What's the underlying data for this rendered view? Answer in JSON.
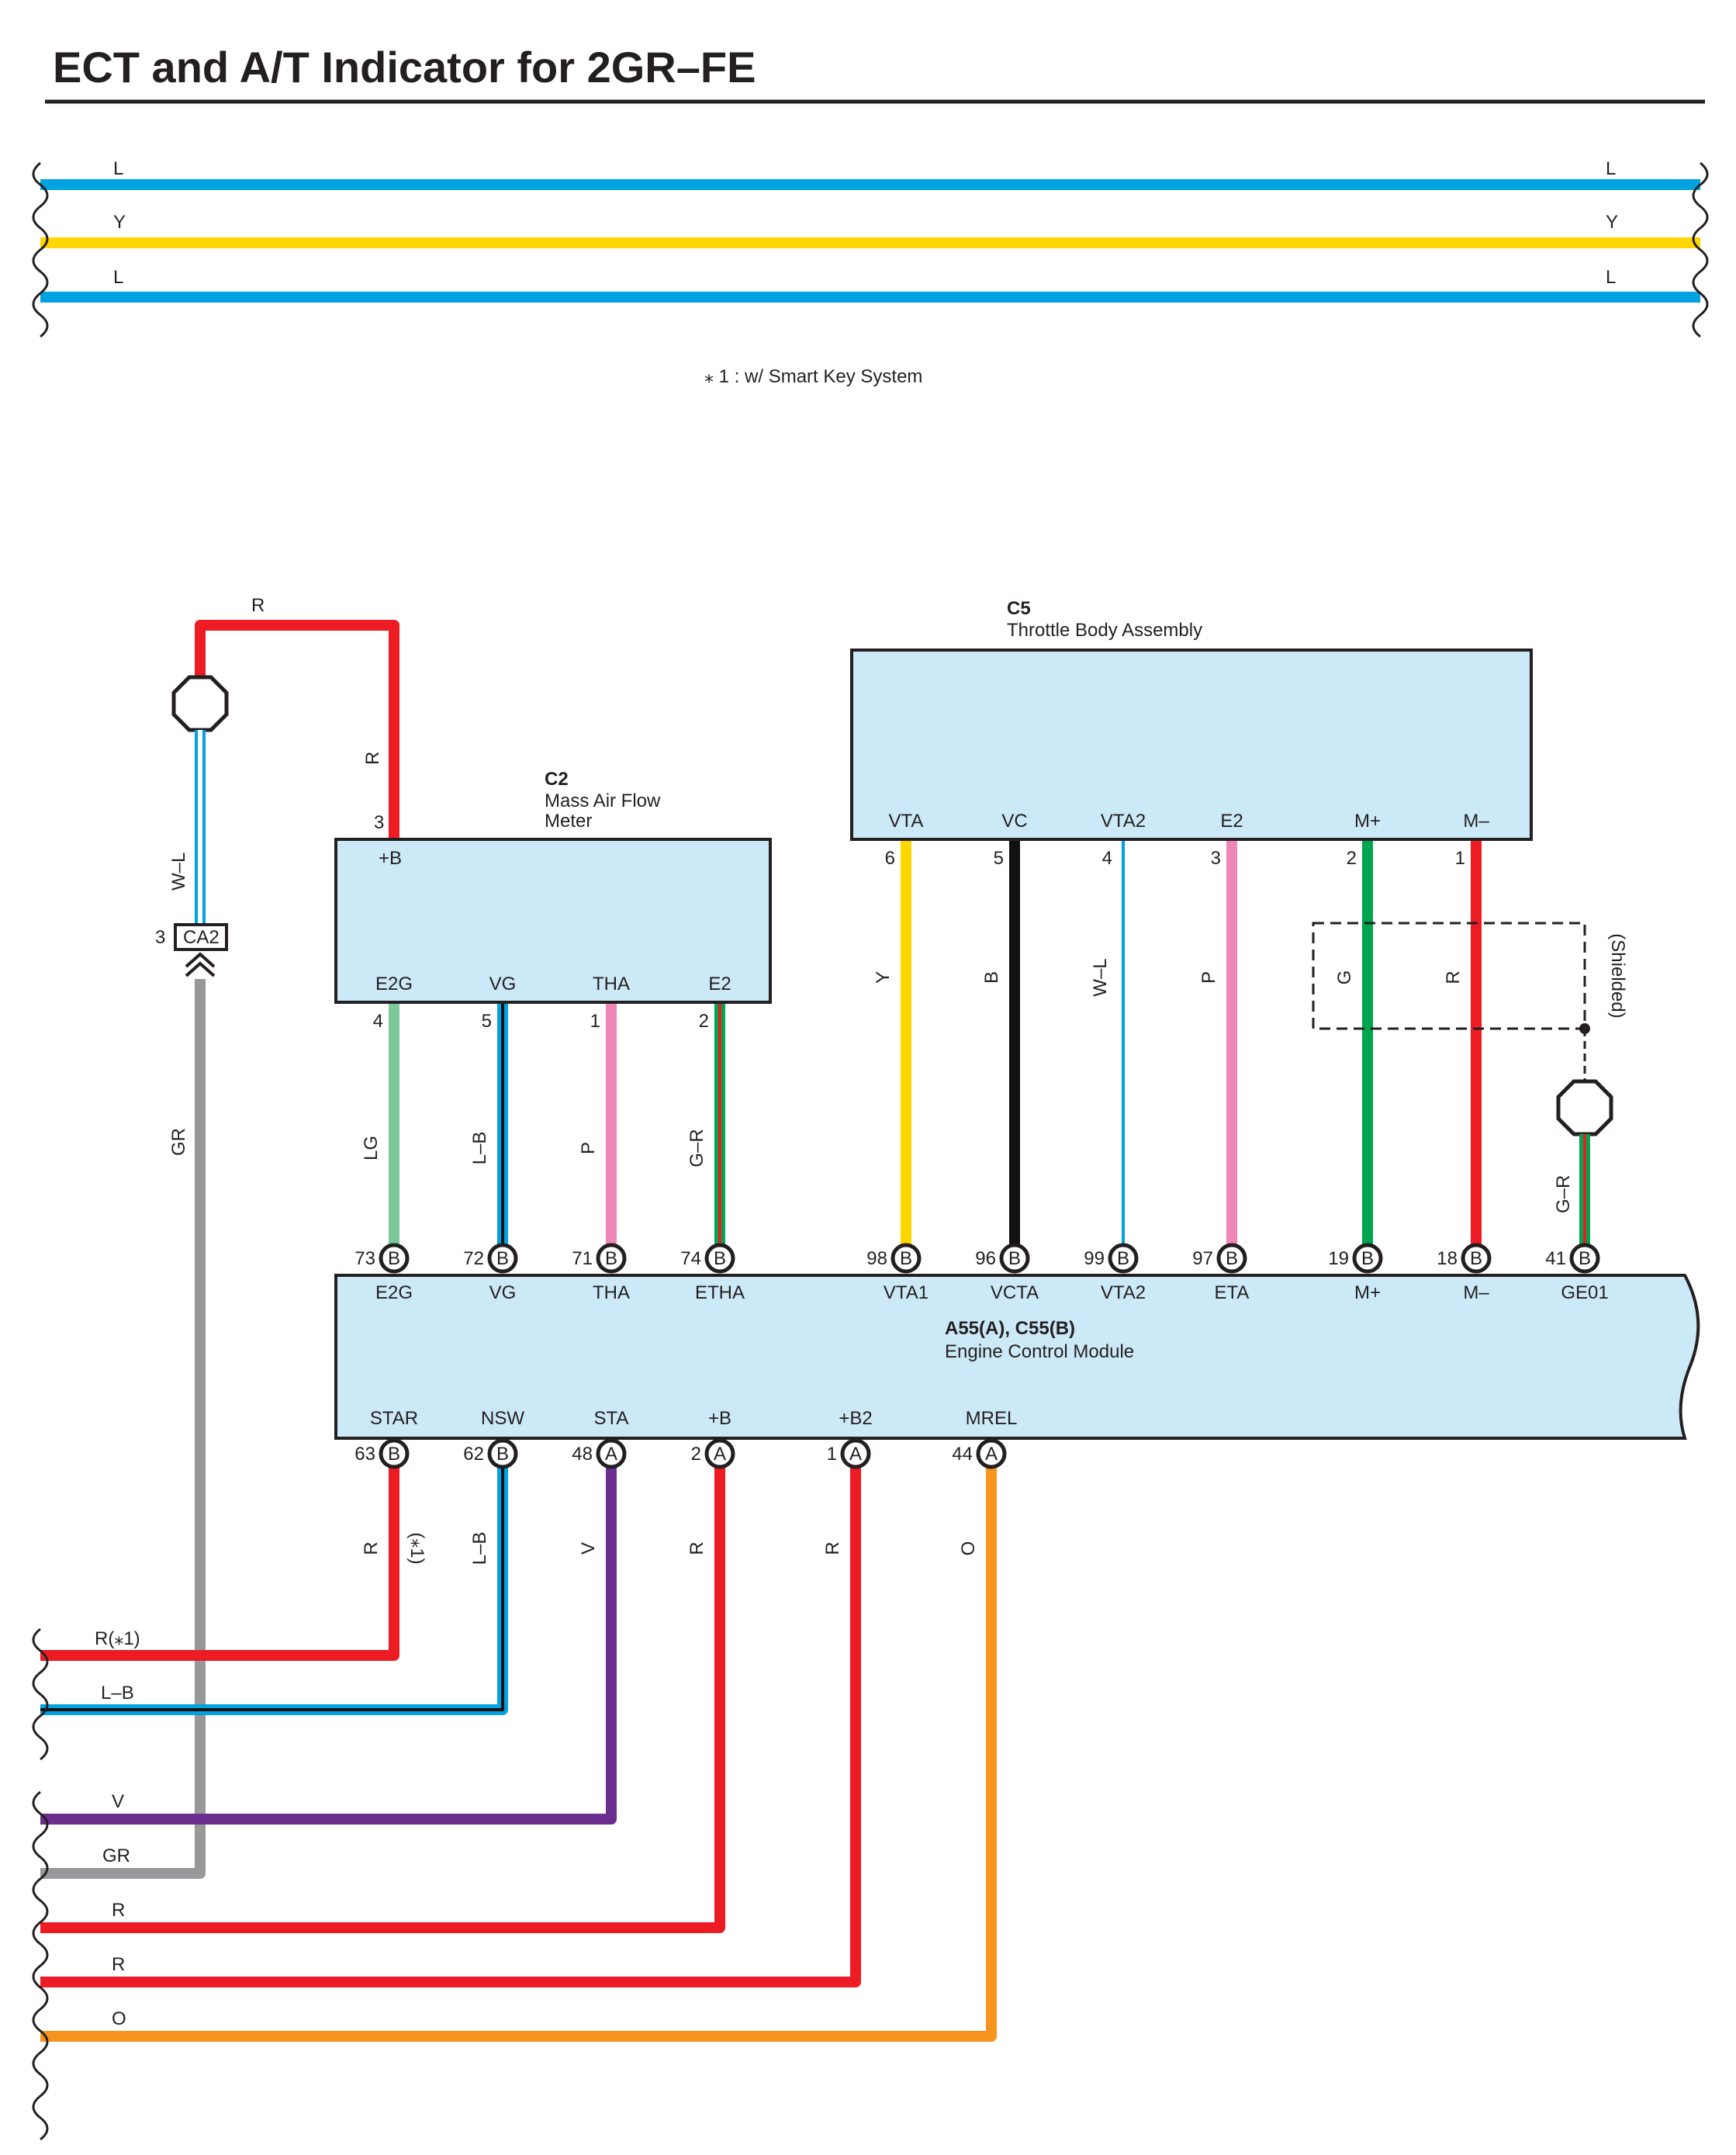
{
  "title": "ECT and A/T Indicator for 2GR–FE",
  "footnote": "⁎ 1 : w/ Smart Key System",
  "colors": {
    "L": "#00a3e0",
    "Y": "#ffd700",
    "R": "#ed1c24",
    "B": "#111111",
    "W": "#ffffff",
    "GR": "#98989b",
    "LG": "#7dc89a",
    "P": "#ee87b5",
    "G": "#00a54f",
    "V": "#6a2e8e",
    "O": "#f7941d",
    "component_fill": "#cce9f8",
    "outline": "#231f20"
  },
  "top_bus": [
    {
      "left": "L",
      "right": "L"
    },
    {
      "left": "Y",
      "right": "Y"
    },
    {
      "left": "L",
      "right": "L"
    }
  ],
  "ground_ca2": {
    "wire_top": "R",
    "wire_vertical": "R",
    "wire_shield": "W–L",
    "pin": "3",
    "connector": "CA2",
    "wire_down": "GR"
  },
  "c2": {
    "code": "C2",
    "name_line1": "Mass Air Flow",
    "name_line2": "Meter",
    "top_pin": {
      "num": "3",
      "label": "+B"
    },
    "pins": [
      {
        "label": "E2G",
        "num": "4",
        "wire": "LG"
      },
      {
        "label": "VG",
        "num": "5",
        "wire": "L–B"
      },
      {
        "label": "THA",
        "num": "1",
        "wire": "P"
      },
      {
        "label": "E2",
        "num": "2",
        "wire": "G–R"
      }
    ]
  },
  "c5": {
    "code": "C5",
    "name": "Throttle Body Assembly",
    "pins": [
      {
        "label": "VTA",
        "num": "6",
        "wire": "Y"
      },
      {
        "label": "VC",
        "num": "5",
        "wire": "B"
      },
      {
        "label": "VTA2",
        "num": "4",
        "wire": "W–L"
      },
      {
        "label": "E2",
        "num": "3",
        "wire": "P"
      },
      {
        "label": "M+",
        "num": "2",
        "wire": "G"
      },
      {
        "label": "M–",
        "num": "1",
        "wire": "R"
      }
    ],
    "shield_label": "(Shielded)",
    "shield_ground_wire": "G–R"
  },
  "ecm": {
    "code": "A55(A), C55(B)",
    "name": "Engine Control Module",
    "top_pins": [
      {
        "num": "73",
        "conn": "B",
        "label": "E2G"
      },
      {
        "num": "72",
        "conn": "B",
        "label": "VG"
      },
      {
        "num": "71",
        "conn": "B",
        "label": "THA"
      },
      {
        "num": "74",
        "conn": "B",
        "label": "ETHA"
      },
      {
        "num": "98",
        "conn": "B",
        "label": "VTA1"
      },
      {
        "num": "96",
        "conn": "B",
        "label": "VCTA"
      },
      {
        "num": "99",
        "conn": "B",
        "label": "VTA2"
      },
      {
        "num": "97",
        "conn": "B",
        "label": "ETA"
      },
      {
        "num": "19",
        "conn": "B",
        "label": "M+"
      },
      {
        "num": "18",
        "conn": "B",
        "label": "M–"
      },
      {
        "num": "41",
        "conn": "B",
        "label": "GE01"
      }
    ],
    "bottom_pins": [
      {
        "num": "63",
        "conn": "B",
        "label": "STAR",
        "wire": "R",
        "note": "(⁎1)"
      },
      {
        "num": "62",
        "conn": "B",
        "label": "NSW",
        "wire": "L–B"
      },
      {
        "num": "48",
        "conn": "A",
        "label": "STA",
        "wire": "V"
      },
      {
        "num": "2",
        "conn": "A",
        "label": "+B",
        "wire": "R"
      },
      {
        "num": "1",
        "conn": "A",
        "label": "+B2",
        "wire": "R"
      },
      {
        "num": "44",
        "conn": "A",
        "label": "MREL",
        "wire": "O"
      }
    ]
  },
  "bottom_left": [
    "R(⁎1)",
    "L–B",
    "V",
    "GR",
    "R",
    "R",
    "O"
  ]
}
